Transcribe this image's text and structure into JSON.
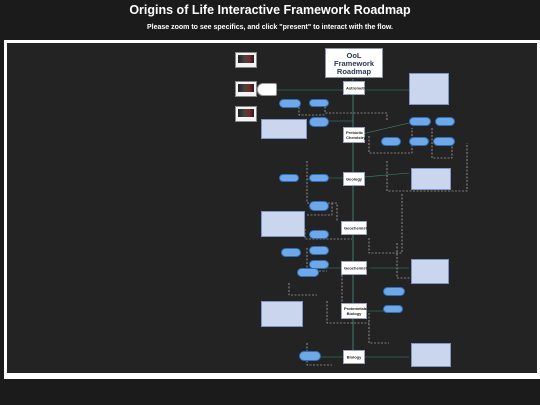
{
  "header": {
    "title": "Origins of Life Interactive Framework Roadmap",
    "subtitle": "Please zoom to see specifics, and click \"present\" to interact with the flow."
  },
  "roadmap_title": "OoL Framework Roadmap",
  "stages": [
    {
      "id": "s1",
      "label": "Astrometry"
    },
    {
      "id": "s2",
      "label": "Prebiotic Chemistry"
    },
    {
      "id": "s3",
      "label": "Geology"
    },
    {
      "id": "s4",
      "label": "Geochemistry"
    },
    {
      "id": "s5",
      "label": "Geochemistry"
    },
    {
      "id": "s6",
      "label": "Protometabolism Biology"
    },
    {
      "id": "s7",
      "label": "Biology"
    }
  ],
  "colors": {
    "background": "#232323",
    "pill": "#6fa8e8",
    "note": "#c9d6ee",
    "connector": "#3c8c7a",
    "dashed": "#d8d8d8"
  }
}
